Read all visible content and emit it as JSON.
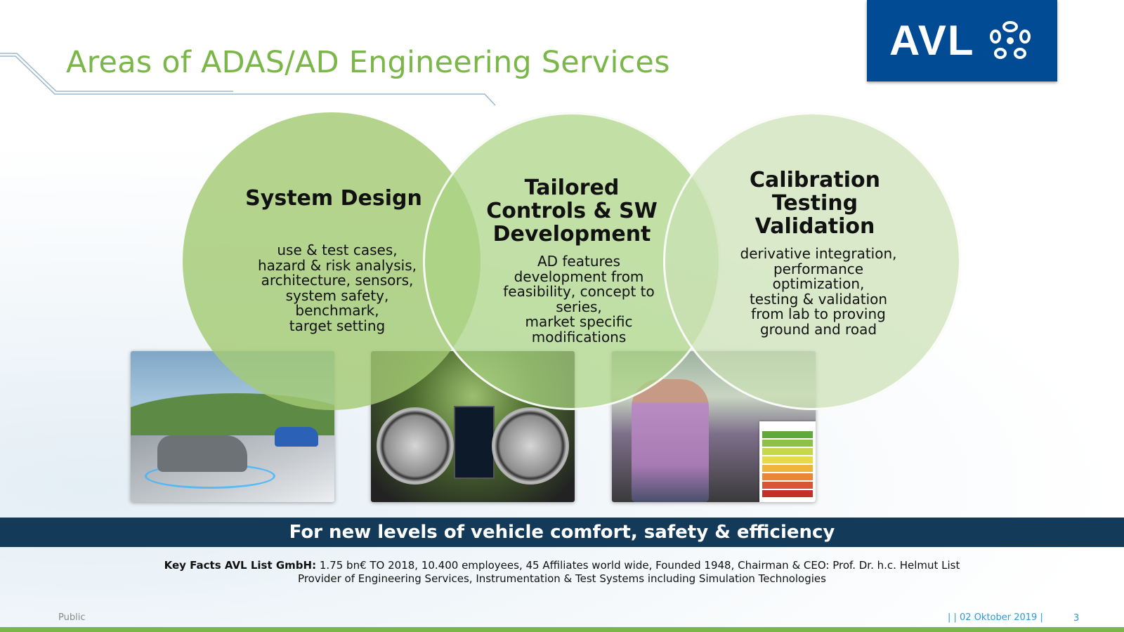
{
  "slide": {
    "title": "Areas of ADAS/AD Engineering Services",
    "logo_text": "AVL",
    "colors": {
      "accent_green": "#7ab648",
      "brand_blue": "#004b93",
      "banner_navy": "#143a5a",
      "footer_blue": "#2a9ad8"
    }
  },
  "circles": [
    {
      "title": "System Design",
      "lines": [
        "use & test cases,",
        "hazard & risk analysis,",
        "architecture, sensors,",
        "system safety,",
        "benchmark,",
        "target setting"
      ]
    },
    {
      "title_lines": [
        "Tailored",
        "Controls & SW",
        "Development"
      ],
      "lines": [
        "AD features",
        "development from",
        "feasibility, concept to",
        "series,",
        "market specific",
        "modifications"
      ]
    },
    {
      "title_lines": [
        "Calibration",
        "Testing",
        "Validation"
      ],
      "lines": [
        "derivative integration,",
        "performance",
        "optimization,",
        "testing & validation",
        "from lab to proving",
        "ground and road"
      ]
    }
  ],
  "images": [
    "adas-connected-cars-photo",
    "digital-instrument-cluster-photo",
    "driver-in-test-vehicle-photo"
  ],
  "banner": "For new levels of vehicle comfort, safety & efficiency",
  "facts": {
    "label": "Key Facts AVL List GmbH:",
    "line1": "1.75 bn€ TO 2018, 10.400 employees, 45 Affiliates world wide, Founded 1948, Chairman & CEO: Prof. Dr. h.c. Helmut List",
    "line2": "Provider of Engineering Services, Instrumentation & Test Systems including Simulation Technologies"
  },
  "footer": {
    "classification": "Public",
    "date": "|  | 02 Oktober 2019 |",
    "page": "3"
  }
}
